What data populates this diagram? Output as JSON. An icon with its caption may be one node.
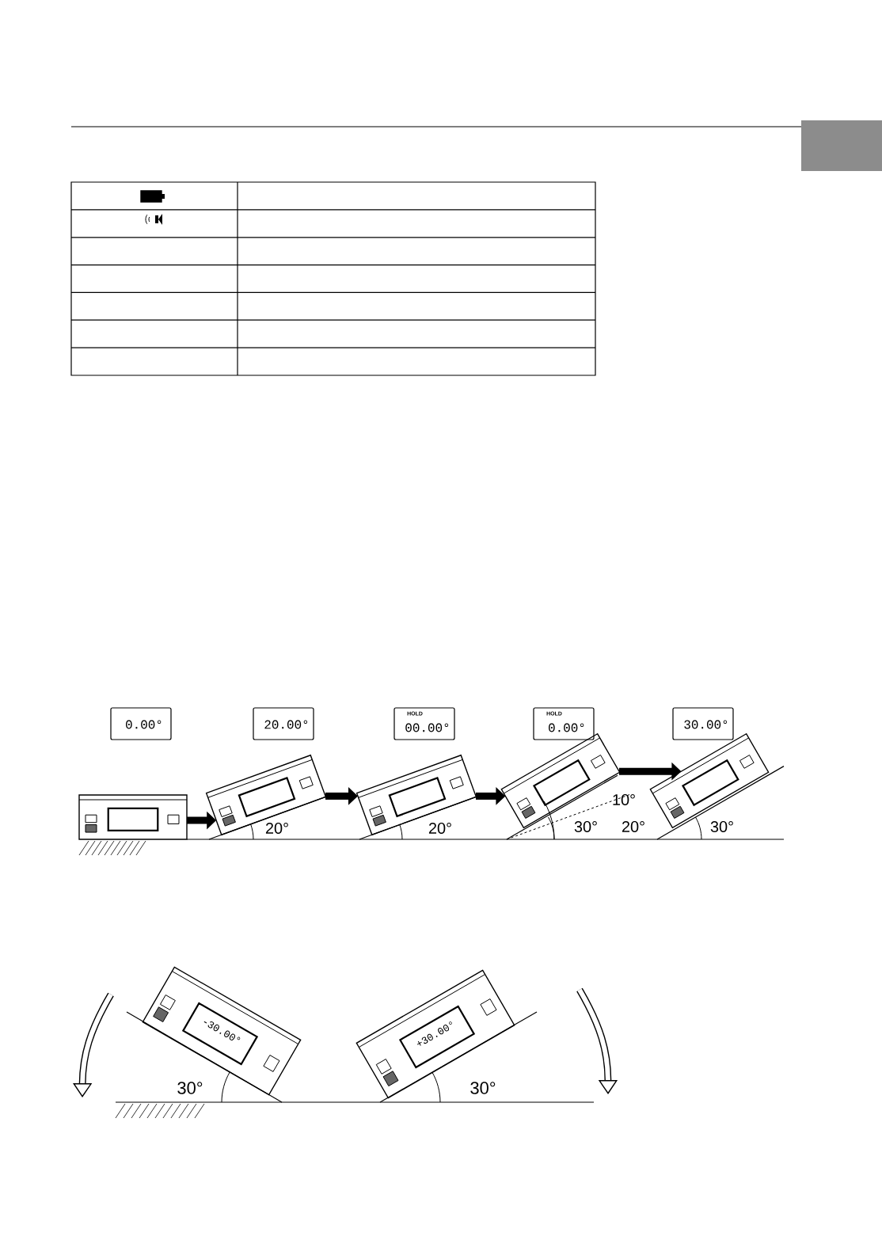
{
  "diagram": {
    "nodes": [
      {
        "text": [],
        "shape": "picture"
      },
      {
        "text": [],
        "shape": "picture",
        "beside": [
          "20.00°"
        ]
      },
      {
        "text": [],
        "shape": "picture",
        "beside": [
          "HOLD",
          "00.00°"
        ]
      },
      {
        "text": [],
        "shape": "picture",
        "beside": [
          "HOLD",
          "0.00°"
        ]
      },
      {
        "text": [],
        "shape": "picture",
        "beside": [
          "30.00°"
        ]
      },
      {
        "text": [
          "-30.00°"
        ]
      },
      {
        "text": [
          "+30.00°"
        ]
      }
    ],
    "edges": [
      {
        "from": 0,
        "to": 1,
        "arrow": "to"
      },
      {
        "from": 1,
        "to": 2,
        "arrow": "to"
      },
      {
        "from": 2,
        "to": 3,
        "arrow": "to"
      },
      {
        "from": 3,
        "to": 4,
        "arrow": "to"
      }
    ],
    "labels": [
      "0.00°",
      "20°",
      "20°",
      "10°",
      "30°",
      "20°",
      "30°",
      "30°",
      "30°"
    ]
  }
}
